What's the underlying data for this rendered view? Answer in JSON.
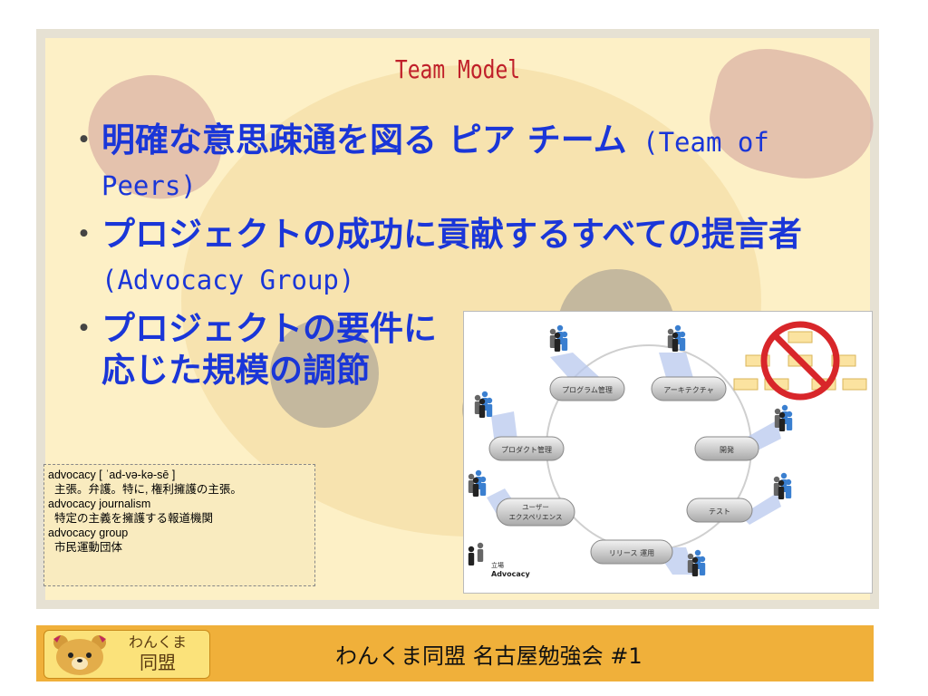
{
  "slide": {
    "title": "Team Model",
    "bullets": [
      {
        "dot": "・",
        "jp": "明確な意思疎通を図る ピア チーム",
        "latin": " (Team of Peers)"
      },
      {
        "dot": "・",
        "jp": "プロジェクトの成功に貢献するすべての提言者",
        "latin": " (Advocacy Group)"
      },
      {
        "dot": "・",
        "jp": "プロジェクトの要件に応じた規模の調節",
        "latin": ""
      }
    ],
    "definitions": [
      "advocacy [ ˈad-və-kə-sē ]",
      "  主張。弁護。特に, 権利擁護の主張。",
      "advocacy journalism",
      "  特定の主義を擁護する報道機関",
      "advocacy group",
      "  市民運動団体"
    ]
  },
  "diagram": {
    "nodes": [
      "プログラム管理",
      "アーキテクチャ",
      "プロダクト管理",
      "開発",
      "ユーザー",
      "エクスペリエンス",
      "テスト",
      "リリース 運用"
    ],
    "legend_jp": "立場",
    "legend_en": "Advocacy"
  },
  "footer": {
    "logo_line1": "わんくま",
    "logo_line2": "同盟",
    "text": "わんくま同盟 名古屋勉強会 #1"
  },
  "colors": {
    "title": "#c0202a",
    "bullet": "#1a36d8",
    "slide_bg": "#fdf0c6",
    "footer_bg": "#f0b03a"
  }
}
